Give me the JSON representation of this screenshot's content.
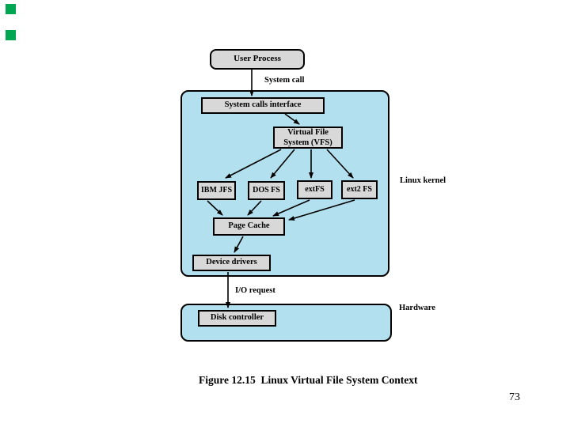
{
  "slide": {
    "page_number": "73",
    "caption": "Figure 12.15  Linux Virtual File System Context",
    "decor_color": "#00a651"
  },
  "diagram": {
    "colors": {
      "region_fill": "#b2e0ee",
      "node_fill": "#d8d8d8",
      "line_color": "#000000"
    },
    "nodes": {
      "user_process": "User Process",
      "system_calls_interface": "System calls interface",
      "vfs_line1": "Virtual File",
      "vfs_line2": "System (VFS)",
      "ibm_jfs": "IBM JFS",
      "dos_fs": "DOS FS",
      "extfs": "extFS",
      "ext2_fs": "ext2 FS",
      "page_cache": "Page Cache",
      "device_drivers": "Device drivers",
      "disk_controller": "Disk controller"
    },
    "labels": {
      "system_call": "System call",
      "linux_kernel": "Linux kernel",
      "io_request": "I/O request",
      "hardware": "Hardware"
    },
    "edges": [
      {
        "from": "User Process",
        "to": "System calls interface",
        "label": "System call"
      },
      {
        "from": "System calls interface",
        "to": "Virtual File System (VFS)",
        "label": ""
      },
      {
        "from": "Virtual File System (VFS)",
        "to": "IBM JFS",
        "label": ""
      },
      {
        "from": "Virtual File System (VFS)",
        "to": "DOS FS",
        "label": ""
      },
      {
        "from": "Virtual File System (VFS)",
        "to": "extFS",
        "label": ""
      },
      {
        "from": "Virtual File System (VFS)",
        "to": "ext2 FS",
        "label": ""
      },
      {
        "from": "IBM JFS",
        "to": "Page Cache",
        "label": ""
      },
      {
        "from": "DOS FS",
        "to": "Page Cache",
        "label": ""
      },
      {
        "from": "extFS",
        "to": "Page Cache",
        "label": ""
      },
      {
        "from": "ext2 FS",
        "to": "Page Cache",
        "label": ""
      },
      {
        "from": "Page Cache",
        "to": "Device drivers",
        "label": ""
      },
      {
        "from": "Device drivers",
        "to": "Disk controller",
        "label": "I/O request"
      }
    ]
  }
}
